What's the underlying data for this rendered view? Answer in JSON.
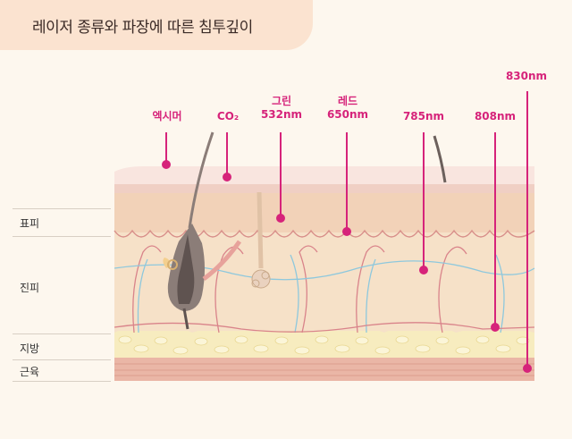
{
  "title": "레이저 종류와 파장에 따른 침투깊이",
  "colors": {
    "accent": "#d6237a",
    "title_bg": "#fbe3d0",
    "background": "#fdf7ee"
  },
  "layers": [
    {
      "key": "epidermis",
      "label": "표피"
    },
    {
      "key": "dermis",
      "label": "진피"
    },
    {
      "key": "fat",
      "label": "지방"
    },
    {
      "key": "muscle",
      "label": "근육"
    }
  ],
  "lasers": [
    {
      "key": "excimer",
      "line1": "",
      "line2": "엑시머"
    },
    {
      "key": "co2",
      "line1": "",
      "line2": "CO₂"
    },
    {
      "key": "green",
      "line1": "그린",
      "line2": "532nm"
    },
    {
      "key": "red",
      "line1": "레드",
      "line2": "650nm"
    },
    {
      "key": "nm785",
      "line1": "",
      "line2": "785nm"
    },
    {
      "key": "nm808",
      "line1": "",
      "line2": "808nm"
    },
    {
      "key": "nm830",
      "line1": "",
      "line2": "830nm"
    }
  ]
}
